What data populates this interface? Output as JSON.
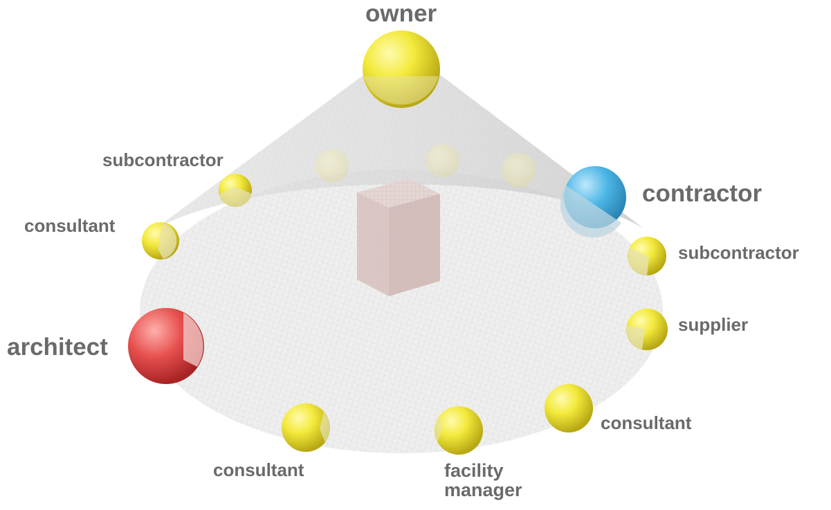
{
  "labels": {
    "owner": "owner",
    "contractor": "contractor",
    "architect": "architect",
    "subcontractor_left": "subcontractor",
    "consultant_left": "consultant",
    "subcontractor_right": "subcontractor",
    "supplier": "supplier",
    "consultant_right": "consultant",
    "consultant_bottom": "consultant",
    "facility_manager": "facility\nmanager"
  },
  "colors": {
    "owner": "#e8e03a",
    "contractor": "#48b4e4",
    "architect": "#e04848",
    "participant": "#e8e03a",
    "label_text": "#6a6a6a",
    "cone_mesh": "#c8c8c8",
    "center_block": "#d9c5c3"
  }
}
